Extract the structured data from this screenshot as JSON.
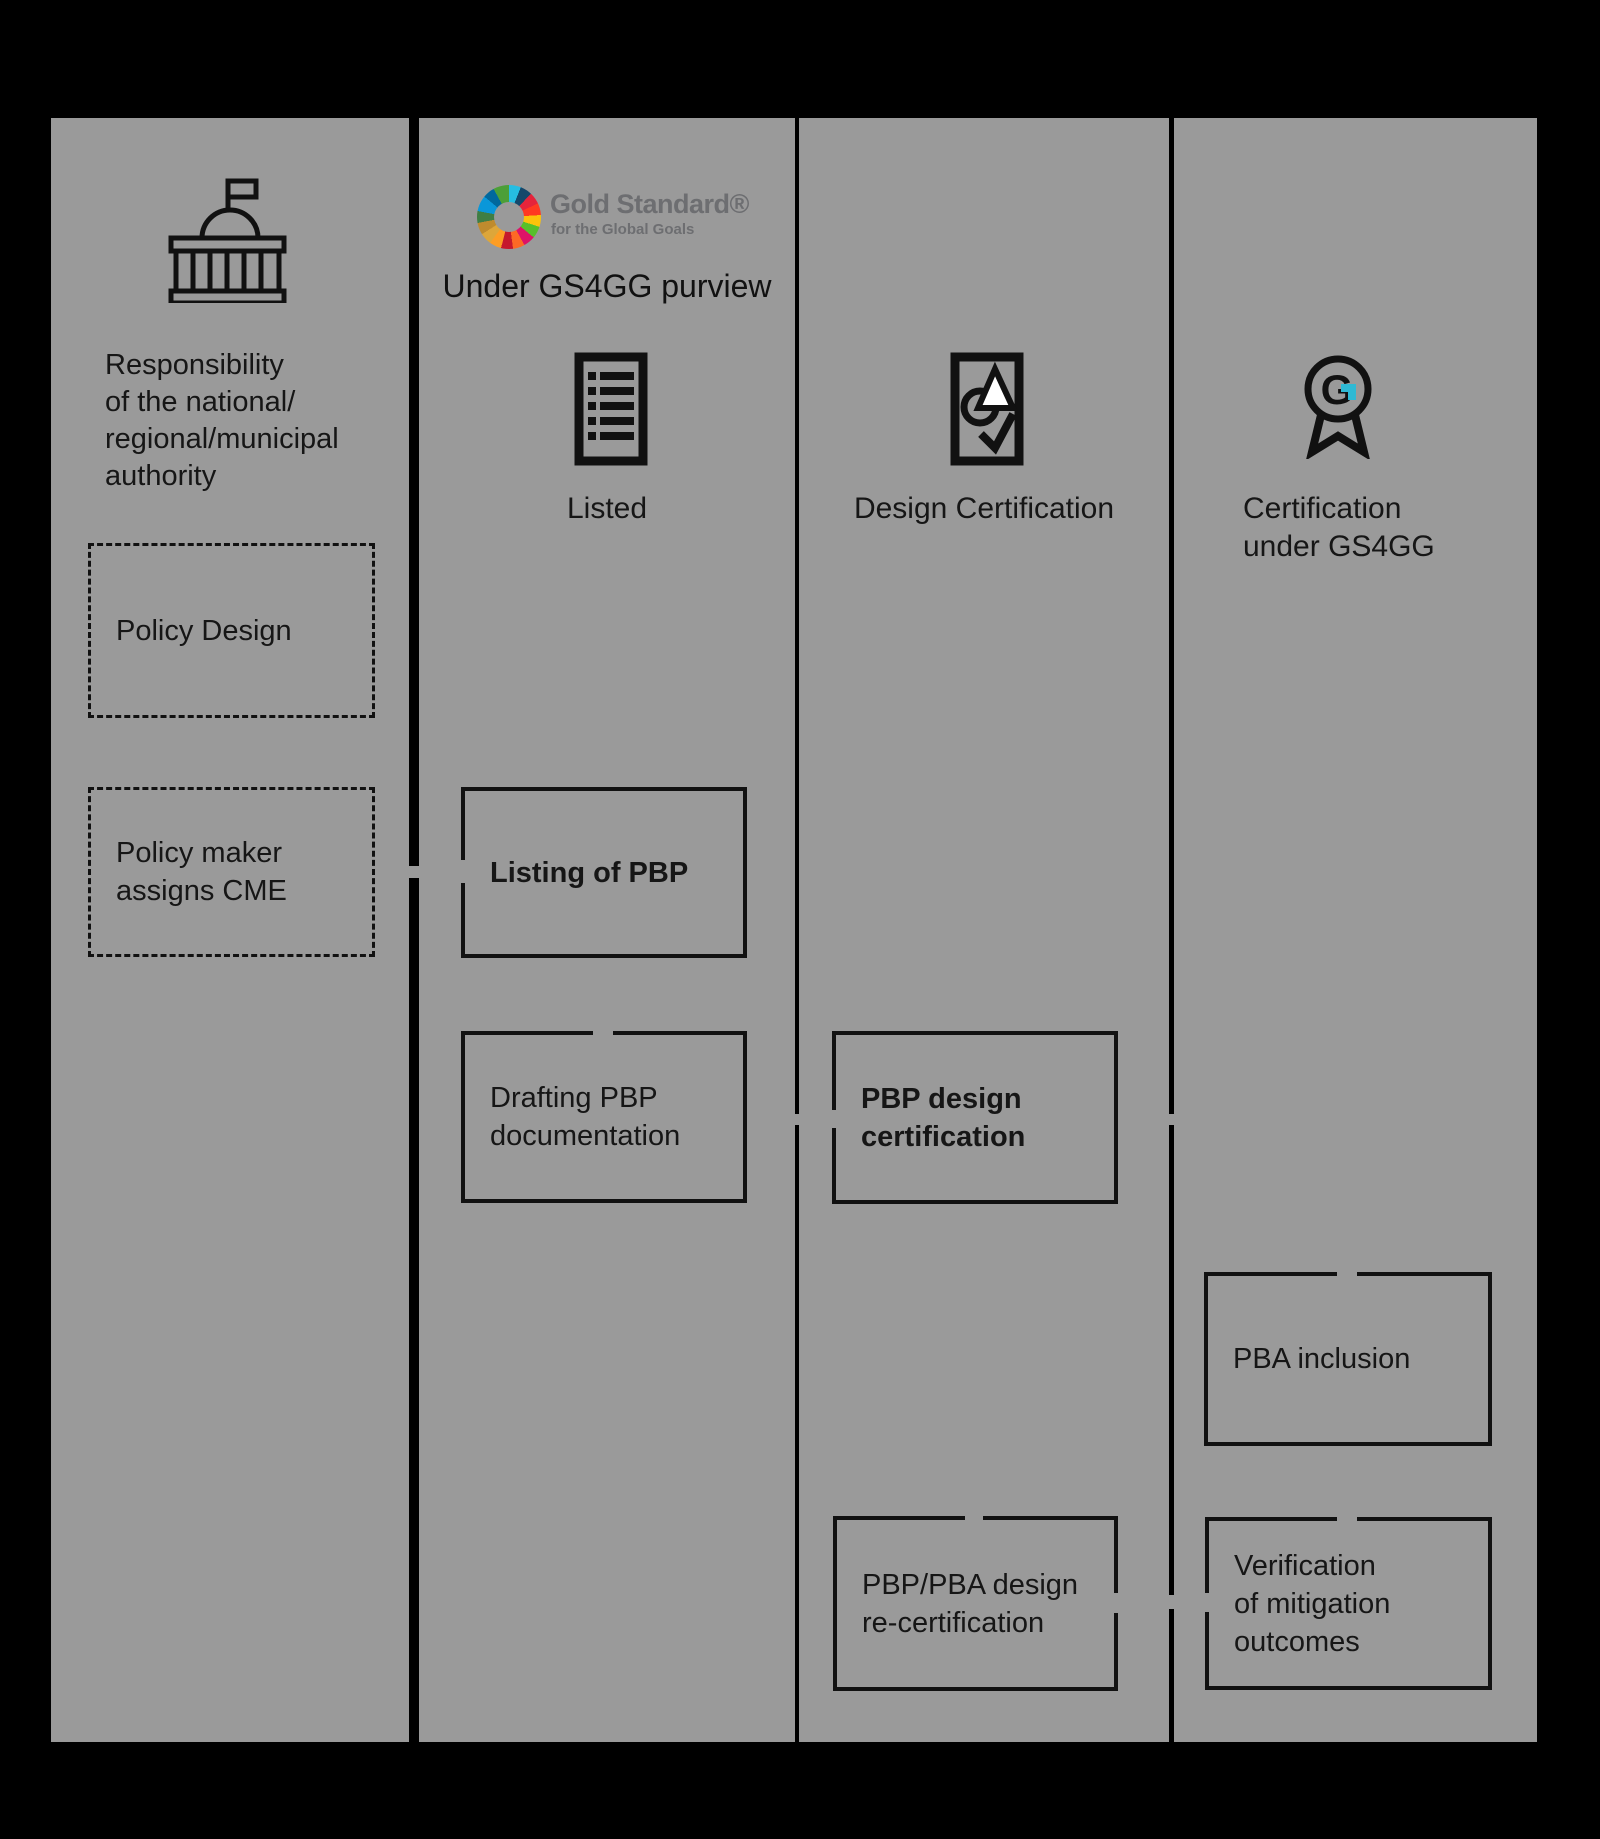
{
  "palette": {
    "page_bg": "#000000",
    "column_bg": "#9a9a9a",
    "line_color": "#111111",
    "text_color": "#161616",
    "logo_gray": "#6d6e71",
    "accent_cyan": "#2fb9d4"
  },
  "columns": [
    {
      "name": "authority",
      "icon": "government-building-icon",
      "header": "Responsibility\nof the national/\nregional/municipal\nauthority",
      "boxes": [
        {
          "label": "Policy Design",
          "style": "dashed"
        },
        {
          "label": "Policy maker\nassigns CME",
          "style": "dashed"
        }
      ]
    },
    {
      "name": "listed",
      "logo": {
        "brand": "Gold Standard®",
        "subtitle": "for the Global Goals",
        "tagline": "Under GS4GG purview"
      },
      "icon": "document-list-icon",
      "header": "Listed",
      "boxes": [
        {
          "label": "Listing of PBP",
          "style": "solid-bold"
        },
        {
          "label": "Drafting PBP\ndocumentation",
          "style": "solid"
        }
      ]
    },
    {
      "name": "design-certification",
      "icon": "design-certificate-icon",
      "header": "Design Certification",
      "boxes": [
        {
          "label": "PBP design\ncertification",
          "style": "solid-bold"
        },
        {
          "label": "PBP/PBA design\nre-certification",
          "style": "solid"
        }
      ]
    },
    {
      "name": "certification-under-gs4gg",
      "icon": "award-medal-icon",
      "header": "Certification\nunder GS4GG",
      "boxes": [
        {
          "label": "PBA inclusion",
          "style": "solid"
        },
        {
          "label": "Verification\nof mitigation\noutcomes",
          "style": "solid"
        }
      ]
    }
  ]
}
